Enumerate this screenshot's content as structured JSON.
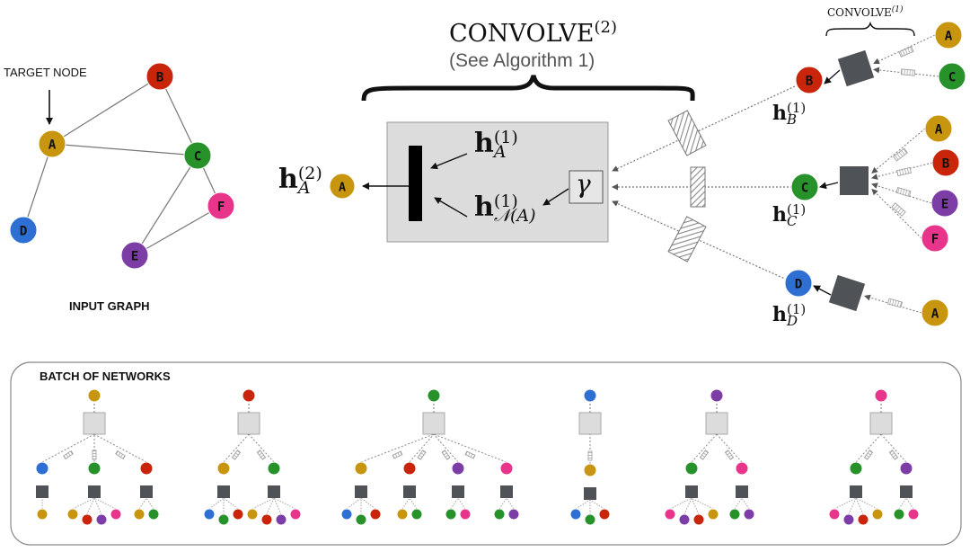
{
  "input_graph": {
    "label": "INPUT GRAPH",
    "target_label": "TARGET NODE",
    "nodes": [
      {
        "id": "A",
        "color": "#c8960e"
      },
      {
        "id": "B",
        "color": "#c8250b"
      },
      {
        "id": "C",
        "color": "#27912a"
      },
      {
        "id": "D",
        "color": "#2d6fd2"
      },
      {
        "id": "E",
        "color": "#7c3da6"
      },
      {
        "id": "F",
        "color": "#e9348c"
      }
    ],
    "edges": [
      [
        "A",
        "B"
      ],
      [
        "A",
        "C"
      ],
      [
        "A",
        "D"
      ],
      [
        "B",
        "C"
      ],
      [
        "C",
        "E"
      ],
      [
        "C",
        "F"
      ],
      [
        "E",
        "F"
      ]
    ]
  },
  "convolve2": {
    "title": "CONVOLVE",
    "title_sup": "(2)",
    "subtitle": "(See Algorithm 1)",
    "h_A_1": {
      "bold": "h",
      "sup": "(1)",
      "sub": "A"
    },
    "h_NA_1": {
      "bold": "h",
      "sup": "(1)",
      "sub": "𝒩(A)"
    },
    "gamma": "γ",
    "h_A_2": {
      "bold": "h",
      "sup": "(2)",
      "sub": "A"
    },
    "output_node": "A"
  },
  "convolve1": {
    "title": "CONVOLVE",
    "title_sup": "(1)",
    "groups": [
      {
        "node": "B",
        "h": {
          "bold": "h",
          "sup": "(1)",
          "sub": "B"
        },
        "neighbors": [
          "A",
          "C"
        ]
      },
      {
        "node": "C",
        "h": {
          "bold": "h",
          "sup": "(1)",
          "sub": "C"
        },
        "neighbors": [
          "A",
          "B",
          "E",
          "F"
        ]
      },
      {
        "node": "D",
        "h": {
          "bold": "h",
          "sup": "(1)",
          "sub": "D"
        },
        "neighbors": [
          "A"
        ]
      }
    ]
  },
  "batch": {
    "label": "BATCH OF NETWORKS",
    "colors": {
      "A": "#c8960e",
      "B": "#c8250b",
      "C": "#27912a",
      "D": "#2d6fd2",
      "E": "#7c3da6",
      "F": "#e9348c"
    },
    "networks": [
      {
        "root": "A",
        "children": [
          {
            "n": "D",
            "leaves": [
              "A"
            ]
          },
          {
            "n": "C",
            "leaves": [
              "A",
              "B",
              "E",
              "F"
            ]
          },
          {
            "n": "B",
            "leaves": [
              "A",
              "C"
            ]
          }
        ]
      },
      {
        "root": "B",
        "children": [
          {
            "n": "A",
            "leaves": [
              "D",
              "C",
              "B"
            ]
          },
          {
            "n": "C",
            "leaves": [
              "A",
              "B",
              "E",
              "F"
            ]
          }
        ]
      },
      {
        "root": "C",
        "children": [
          {
            "n": "A",
            "leaves": [
              "D",
              "C",
              "B"
            ]
          },
          {
            "n": "B",
            "leaves": [
              "A",
              "C"
            ]
          },
          {
            "n": "E",
            "leaves": [
              "C",
              "F"
            ]
          },
          {
            "n": "F",
            "leaves": [
              "C",
              "E"
            ]
          }
        ]
      },
      {
        "root": "D",
        "children": [
          {
            "n": "A",
            "leaves": [
              "D",
              "C",
              "B"
            ]
          }
        ]
      },
      {
        "root": "E",
        "children": [
          {
            "n": "C",
            "leaves": [
              "F",
              "E",
              "B",
              "A"
            ]
          },
          {
            "n": "F",
            "leaves": [
              "C",
              "E"
            ]
          }
        ]
      },
      {
        "root": "F",
        "children": [
          {
            "n": "C",
            "leaves": [
              "F",
              "E",
              "B",
              "A"
            ]
          },
          {
            "n": "E",
            "leaves": [
              "C",
              "F"
            ]
          }
        ]
      }
    ]
  }
}
